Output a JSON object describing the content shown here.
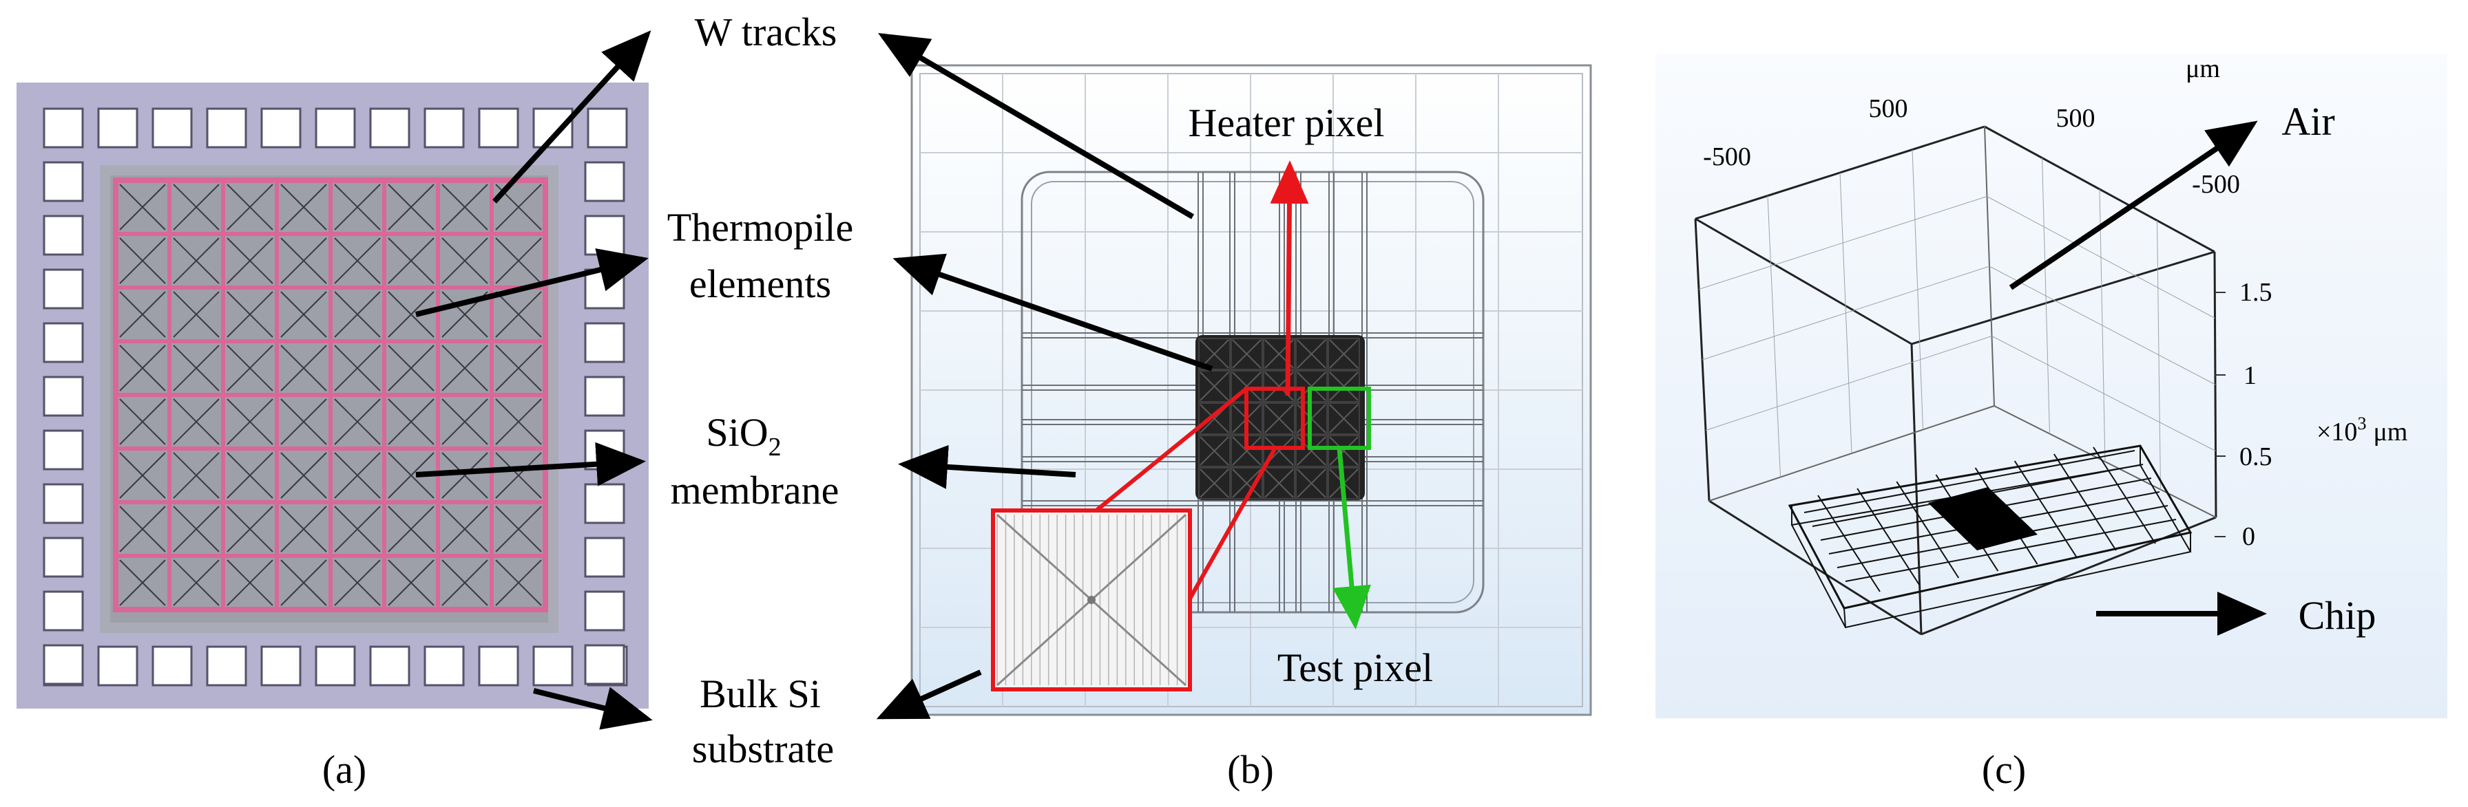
{
  "labels": {
    "w_tracks": "W tracks",
    "thermopile_line1": "Thermopile",
    "thermopile_line2": "elements",
    "sio2_line1": "SiO",
    "sio2_sub": "2",
    "sio2_line2": "membrane",
    "bulk_line1": "Bulk Si",
    "bulk_line2": "substrate",
    "heater_pixel": "Heater pixel",
    "test_pixel": "Test pixel",
    "air": "Air",
    "chip": "Chip"
  },
  "captions": {
    "a": "(a)",
    "b": "(b)",
    "c": "(c)"
  },
  "axes3d": {
    "x_top_left": "500",
    "x_top_right": "500",
    "neg_left": "-500",
    "neg_right": "-500",
    "unit_top": "μm",
    "z_ticks": [
      "1.5",
      "1",
      "0.5",
      "0"
    ],
    "z_unit_prefix": "×10",
    "z_unit_exp": "3",
    "z_unit": "μm"
  },
  "colors": {
    "heater_frame": "#e8161b",
    "test_frame": "#22c222",
    "arrow": "#000000",
    "track_pink": "#d9679a",
    "chip_bg": "#b5b2cf"
  }
}
